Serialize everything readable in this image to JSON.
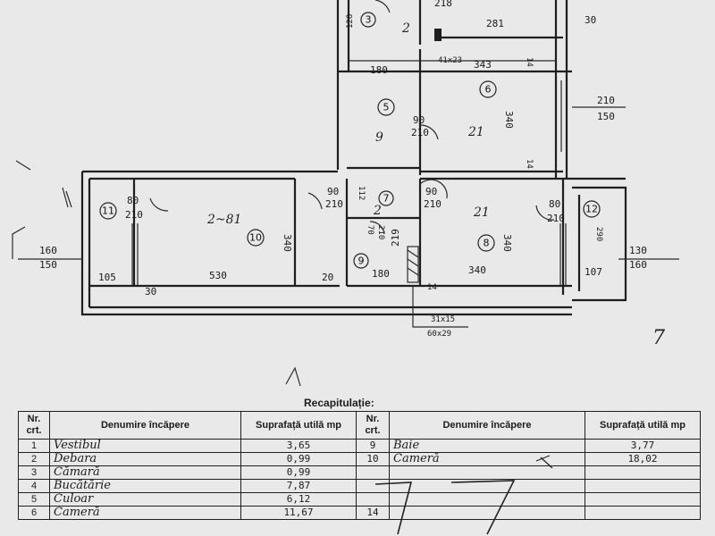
{
  "plan": {
    "room_numbers": [
      "3",
      "5",
      "6",
      "7",
      "8",
      "9",
      "10",
      "11",
      "12"
    ],
    "dimensions": {
      "d_218": "218",
      "d_281": "281",
      "d_30_top": "30",
      "d_128": "128",
      "d_180_top": "180",
      "d_41x23": "41x23",
      "d_343": "343",
      "d_14_a": "14",
      "d_340_a": "340",
      "d_210_150_a": "210",
      "d_210_150_b": "150",
      "d_90_210_5a": "90",
      "d_90_210_5b": "210",
      "d_14_b": "14",
      "d_80_210_11a": "80",
      "d_80_210_11b": "210",
      "d_90_210_7a": "90",
      "d_90_210_7b": "210",
      "d_112": "112",
      "d_90_210_8a": "90",
      "d_90_210_8b": "210",
      "d_80_210_12a": "80",
      "d_80_210_12b": "210",
      "d_290": "290",
      "d_160_150_a": "160",
      "d_160_150_b": "150",
      "d_340_b": "340",
      "d_340_c": "340",
      "d_70_210_a": "70",
      "d_70_210_b": "210",
      "d_219": "219",
      "d_130_160_a": "130",
      "d_130_160_b": "160",
      "d_105": "105",
      "d_30_b": "30",
      "d_530": "530",
      "d_20": "20",
      "d_180_bot": "180",
      "d_340_bot": "340",
      "d_107": "107",
      "d_14_c": "14",
      "d_31x15": "31x15",
      "d_60x29": "60x29"
    },
    "hand_notes": {
      "r10": "2~81",
      "r5": "9",
      "r6": "21",
      "r8": "21",
      "r7": "2",
      "r_top": "2"
    }
  },
  "recap": {
    "title": "Recapitulație:",
    "headers": {
      "nr": "Nr. crt.",
      "name": "Denumire încăpere",
      "area": "Suprafață utilă mp",
      "nr2": "Nr. crt.",
      "name2": "Denumire încăpere",
      "area2": "Suprafață utilă mp"
    },
    "rows": [
      {
        "nr": "1",
        "name": "Vestibul",
        "area": "3,65",
        "nr2": "9",
        "name2": "Baie",
        "area2": "3,77"
      },
      {
        "nr": "2",
        "name": "Debara",
        "area": "0,99",
        "nr2": "10",
        "name2": "Cameră",
        "area2": "18,02"
      },
      {
        "nr": "3",
        "name": "Cămară",
        "area": "0,99",
        "nr2": "",
        "name2": "",
        "area2": ""
      },
      {
        "nr": "4",
        "name": "Bucătărie",
        "area": "7,87",
        "nr2": "",
        "name2": "",
        "area2": ""
      },
      {
        "nr": "5",
        "name": "Culoar",
        "area": "6,12",
        "nr2": "",
        "name2": "",
        "area2": ""
      },
      {
        "nr": "6",
        "name": "Cameră",
        "area": "11,67",
        "nr2": "14",
        "name2": "",
        "area2": ""
      }
    ],
    "margin_mark": "7"
  }
}
